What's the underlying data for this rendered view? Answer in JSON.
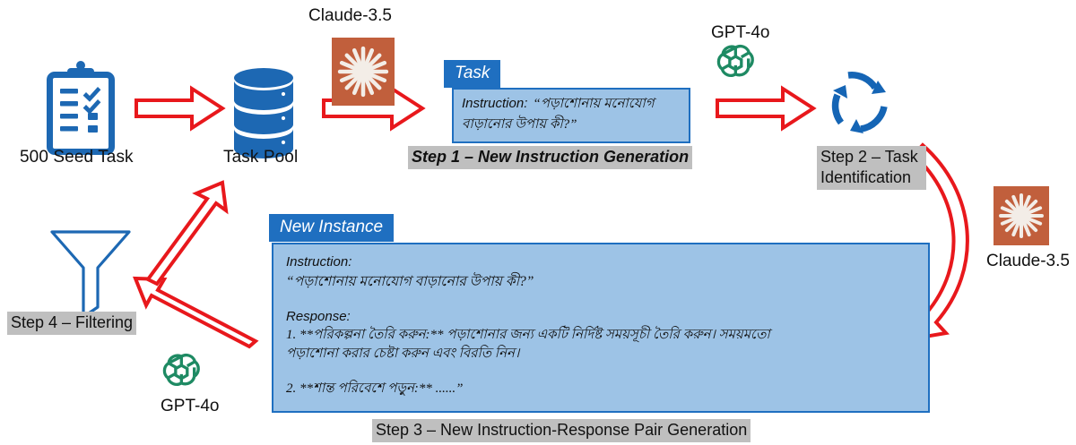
{
  "diagram": {
    "title": "Synthetic instruction data generation pipeline",
    "colors": {
      "blue_icon": "#1D68B3",
      "box_header": "#1F6FC0",
      "box_body": "#9DC3E6",
      "arrow_red": "#E8181C",
      "step_tag_bg": "#BFBFBF",
      "claude_orange": "#C15F3C",
      "openai_green": "#1E8A63"
    }
  },
  "nodes": {
    "seed_task": {
      "label": "500 Seed Task",
      "icon": "clipboard-checklist-icon"
    },
    "task_pool": {
      "label": "Task Pool",
      "icon": "database-icon"
    },
    "claude_top": {
      "label": "Claude-3.5",
      "icon": "claude-logo-icon"
    },
    "claude_right": {
      "label": "Claude-3.5",
      "icon": "claude-logo-icon"
    },
    "gpt_top": {
      "label": "GPT-4o",
      "icon": "openai-logo-icon"
    },
    "gpt_bottom": {
      "label": "GPT-4o",
      "icon": "openai-logo-icon"
    },
    "task_identification": {
      "icon": "circular-refresh-arrows-icon"
    },
    "filter": {
      "icon": "funnel-icon"
    }
  },
  "steps": {
    "step1": "Step 1 – New Instruction Generation",
    "step2": "Step 2 – Task Identification",
    "step3": "Step 3 – New Instruction-Response Pair Generation",
    "step4": "Step 4 – Filtering"
  },
  "task_box": {
    "title": "Task",
    "instruction_label": "Instruction:",
    "instruction_line1": "“পড়াশোনায় মনোযোগ",
    "instruction_line2": "বাড়ানোর উপায় কী?”"
  },
  "new_instance_box": {
    "title": "New Instance",
    "instruction_label": "Instruction:",
    "instruction_text": "“পড়াশোনায় মনোযোগ বাড়ানোর উপায় কী?”",
    "response_label": "Response:",
    "response_item1_line1": "1.  **পরিকল্পনা তৈরি করুন:**  পড়াশোনার জন্য একটি নির্দিষ্ট সময়সূচী তৈরি করুন।  সময়মতো",
    "response_item1_line2": "পড়াশোনা করার চেষ্টা করুন এবং বিরতি নিন।",
    "response_item2": "2.  **শান্ত পরিবেশে পড়ুন:**  ......”"
  },
  "arrows": {
    "seed_to_pool": "arrow-right",
    "pool_to_task": "arrow-right",
    "task_to_identification": "arrow-right",
    "identification_to_instance": "curved-arrow-down-left",
    "instance_to_filter": "arrow-up-left",
    "filter_to_pool": "arrow-up-right"
  }
}
